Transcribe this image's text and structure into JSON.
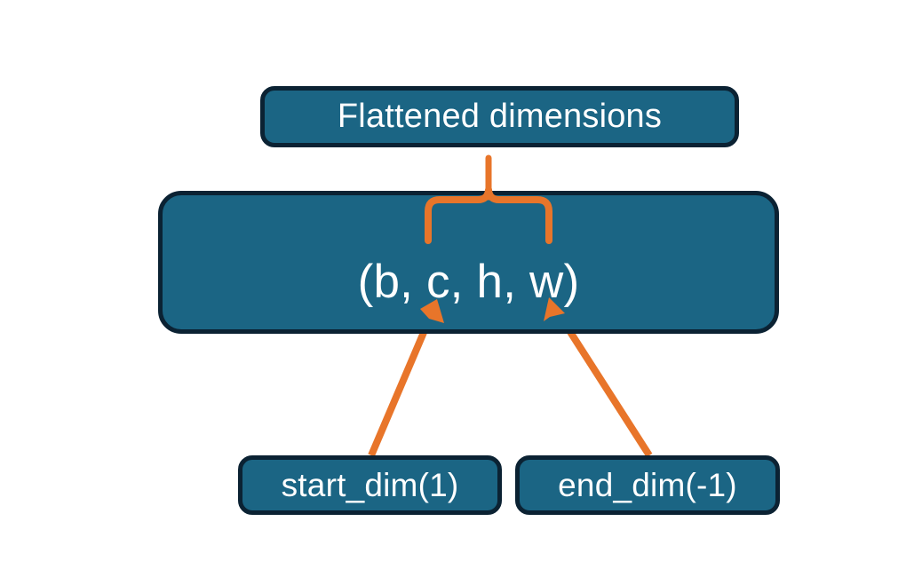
{
  "diagram": {
    "title": "Flatten operation dimensions diagram",
    "type": "annotated-block-diagram",
    "background_color": "#ffffff",
    "palette": {
      "box_fill": "#1b6584",
      "box_border": "#0b2233",
      "box_text": "#ffffff",
      "annotation_orange": "#e8752a"
    },
    "nodes": {
      "flattened_label": "Flattened dimensions",
      "tensor_shape": "(b, c, h, w)",
      "start_dim": "start_dim(1)",
      "end_dim": "end_dim(-1)"
    },
    "annotations": {
      "brace": "curly-brace-spanning-c-h-w",
      "brace_target": "Flattened dimensions",
      "arrow_left_from": "start_dim(1)",
      "arrow_left_to": "c",
      "arrow_right_from": "end_dim(-1)",
      "arrow_right_to": "w"
    }
  }
}
